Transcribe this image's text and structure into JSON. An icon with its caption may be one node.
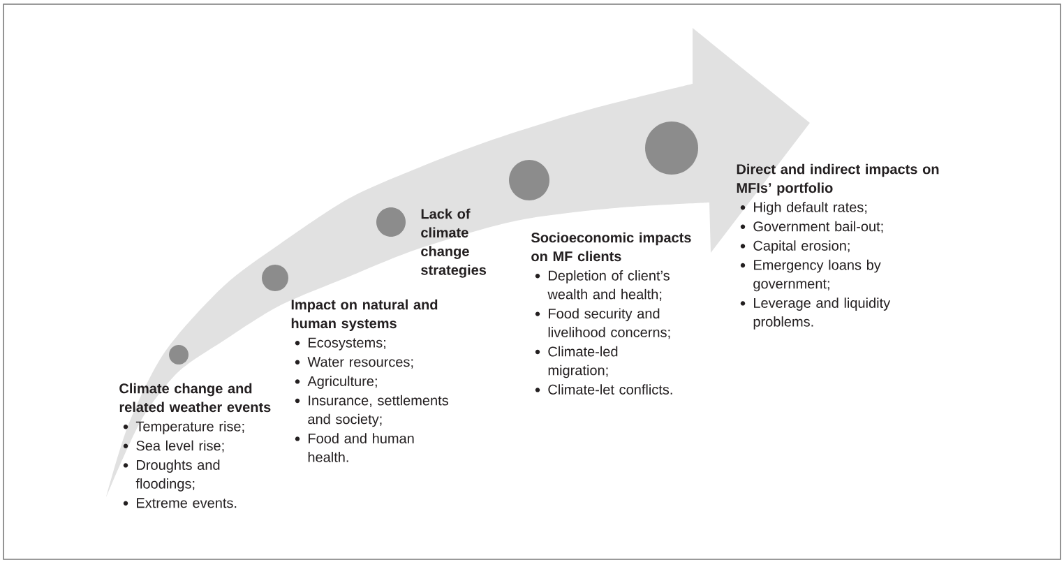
{
  "diagram": {
    "nodes": [
      {
        "text": [],
        "shape": "circle",
        "beside": [
          "Climate change and related weather events",
          "Temperature rise;",
          "Sea level rise;",
          "Droughts and floodings;",
          "Extreme events."
        ]
      },
      {
        "text": [],
        "shape": "circle",
        "beside": [
          "Impact on natural and human systems",
          "Ecosystems;",
          "Water resources;",
          "Agriculture;",
          "Insurance, settlements and society;",
          "Food and human health."
        ]
      },
      {
        "text": [],
        "shape": "circle",
        "beside": [
          "Lack of climate change strategies"
        ]
      },
      {
        "text": [],
        "shape": "circle",
        "beside": [
          "Socioeconomic impacts on MF clients",
          "Depletion of client’s wealth and health;",
          "Food security and livelihood concerns;",
          "Climate-led migration;",
          "Climate-let conflicts."
        ]
      },
      {
        "text": [],
        "shape": "circle",
        "beside": [
          "Direct and indirect impacts on MFIs’ portfolio",
          "High default rates;",
          "Government bail-out;",
          "Capital erosion;",
          "Emergency loans by government;",
          "Leverage and liquidity problems."
        ]
      }
    ]
  }
}
